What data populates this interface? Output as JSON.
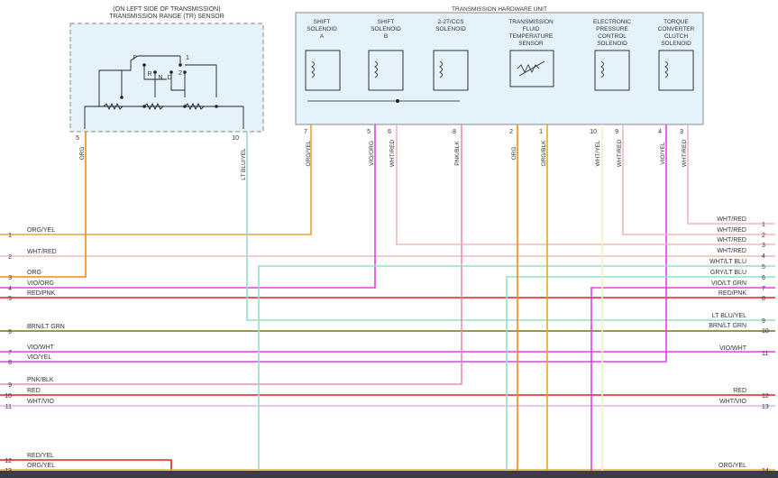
{
  "tr_sensor": {
    "title_line1": "(ON LEFT SIDE OF TRANSMISSION)",
    "title_line2": "TRANSMISSION RANGE (TR) SENSOR",
    "positions": [
      "P",
      "R",
      "N",
      "D",
      "2",
      "1"
    ],
    "pins": [
      {
        "num": "5",
        "color": "ORG"
      },
      {
        "num": "10",
        "color": "LT BLU/YEL"
      }
    ]
  },
  "thu": {
    "title": "TRANSMISSION HARDWARE UNIT",
    "components": [
      {
        "lines": [
          "SHIFT",
          "SOLENOID",
          "A"
        ]
      },
      {
        "lines": [
          "SHIFT",
          "SOLENOID",
          "B"
        ]
      },
      {
        "lines": [
          "2-2T/CCS",
          "SOLENOID"
        ]
      },
      {
        "lines": [
          "TRANSMISSION",
          "FLUID",
          "TEMPERATURE",
          "SENSOR"
        ]
      },
      {
        "lines": [
          "ELECTRONIC",
          "PRESSURE",
          "CONTROL",
          "SOLENOID"
        ]
      },
      {
        "lines": [
          "TORQUE",
          "CONVERTER",
          "CLUTCH",
          "SOLENOID"
        ]
      }
    ],
    "pins": [
      {
        "num": "7",
        "color": "ORG/YEL"
      },
      {
        "num": "5",
        "color": "VIO/ORG"
      },
      {
        "num": "6",
        "color": "WHT/RED"
      },
      {
        "num": "8",
        "color": "PNK/BLK"
      },
      {
        "num": "2",
        "color": "ORG"
      },
      {
        "num": "1",
        "color": "ORG/BLK"
      },
      {
        "num": "10",
        "color": "WHT/YEL"
      },
      {
        "num": "9",
        "color": "WHT/RED"
      },
      {
        "num": "4",
        "color": "VIO/YEL"
      },
      {
        "num": "3",
        "color": "WHT/RED"
      }
    ]
  },
  "left_connector": [
    {
      "pin": "1",
      "label": "ORG/YEL"
    },
    {
      "pin": "2",
      "label": "WHT/RED"
    },
    {
      "pin": "3",
      "label": "ORG"
    },
    {
      "pin": "4",
      "label": "VIO/ORG"
    },
    {
      "pin": "5",
      "label": "RED/PNK"
    },
    {
      "pin": "6",
      "label": "BRN/LT GRN"
    },
    {
      "pin": "7",
      "label": "VIO/WHT"
    },
    {
      "pin": "8",
      "label": "VIO/YEL"
    },
    {
      "pin": "9",
      "label": "PNK/BLK"
    },
    {
      "pin": "10",
      "label": "RED"
    },
    {
      "pin": "11",
      "label": "WHT/VIO"
    },
    {
      "pin": "12",
      "label": "RED/YEL"
    },
    {
      "pin": "13",
      "label": "ORG/YEL"
    }
  ],
  "right_connector": [
    {
      "pin": "1",
      "label": "WHT/RED"
    },
    {
      "pin": "2",
      "label": "WHT/RED"
    },
    {
      "pin": "3",
      "label": "WHT/RED"
    },
    {
      "pin": "4",
      "label": "WHT/RED"
    },
    {
      "pin": "5",
      "label": "WHT/LT BLU"
    },
    {
      "pin": "6",
      "label": "GRY/LT BLU"
    },
    {
      "pin": "7",
      "label": "VIO/LT GRN"
    },
    {
      "pin": "8",
      "label": "RED/PNK"
    },
    {
      "pin": "9",
      "label": "LT BLU/YEL"
    },
    {
      "pin": "10",
      "label": "BRN/LT GRN"
    },
    {
      "pin": "11",
      "label": "VIO/WHT"
    },
    {
      "pin": "12",
      "label": "RED"
    },
    {
      "pin": "13",
      "label": "WHT/VIO"
    },
    {
      "pin": "14",
      "label": "ORG/YEL"
    }
  ],
  "wire_colors": {
    "org": "#f08a1c",
    "org_yel": "#e8a530",
    "wht_red": "#f4b8b8",
    "vio": "#e040e0",
    "red": "#e02020",
    "brn_grn": "#6a7a1a",
    "pnk": "#f08cb0",
    "lt_blu": "#8fe0d0",
    "wht_yel": "#f4eec0",
    "box_fill": "#e4f2fb"
  }
}
